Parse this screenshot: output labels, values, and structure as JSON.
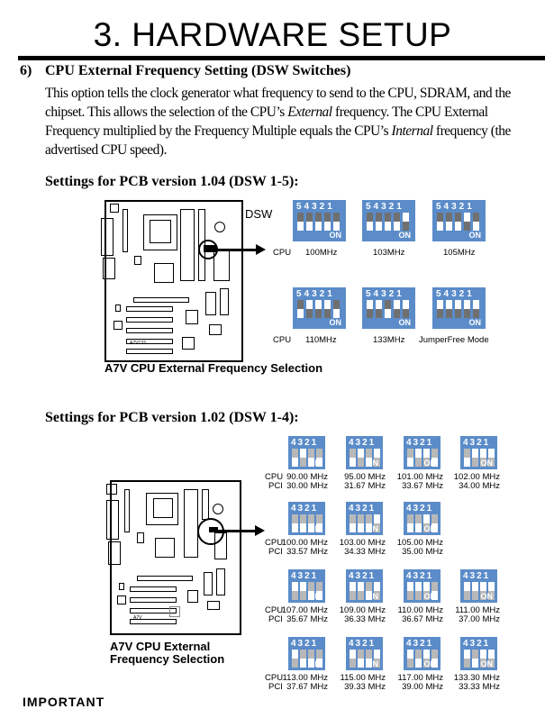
{
  "header": {
    "title": "3. HARDWARE SETUP"
  },
  "section": {
    "number": "6)",
    "heading": "CPU External Frequency Setting (DSW Switches)",
    "paragraph": [
      {
        "text": "This option tells the clock generator what frequency to send to the CPU, SDRAM, and the chipset. This allows the selection of the CPU’s ",
        "style": "normal"
      },
      {
        "text": "External",
        "style": "italic"
      },
      {
        "text": " frequency. The CPU External Frequency multiplied by the Frequency Multiple equals the CPU’s ",
        "style": "normal"
      },
      {
        "text": "Internal",
        "style": "italic"
      },
      {
        "text": " frequency (the advertised CPU speed).",
        "style": "normal"
      }
    ]
  },
  "pcb104": {
    "heading": "Settings for PCB version 1.04 (DSW 1-5):",
    "dsw_label": "DSW",
    "row_label": "CPU",
    "caption": "A7V CPU External Frequency Selection",
    "board_label": "A7V133",
    "switch_numbers": "5 4 3 2 1",
    "on_label": "ON",
    "settings": [
      {
        "label": "100MHz",
        "switches": [
          "down",
          "down",
          "down",
          "down",
          "down"
        ]
      },
      {
        "label": "103MHz",
        "switches": [
          "down",
          "down",
          "down",
          "down",
          "up"
        ]
      },
      {
        "label": "105MHz",
        "switches": [
          "down",
          "down",
          "down",
          "up",
          "down"
        ]
      },
      {
        "label": "110MHz",
        "switches": [
          "down",
          "up",
          "up",
          "up",
          "down"
        ]
      },
      {
        "label": "133MHz",
        "switches": [
          "up",
          "up",
          "down",
          "up",
          "up"
        ]
      },
      {
        "label": "JumperFree Mode",
        "switches": [
          "up",
          "up",
          "up",
          "up",
          "up"
        ]
      }
    ]
  },
  "pcb102": {
    "heading": "Settings for PCB version 1.02 (DSW 1-4):",
    "cpu_label": "CPU",
    "pci_label": "PCI",
    "caption_line1": "A7V CPU External",
    "caption_line2": "Frequency Selection",
    "board_label": "A7V",
    "switch_numbers": "4 3 2 1",
    "on_label": "ON",
    "settings": [
      {
        "cpu": "90.00 MHz",
        "pci": "30.00 MHz",
        "switches": [
          "down",
          "up",
          "down",
          "down"
        ]
      },
      {
        "cpu": "95.00 MHz",
        "pci": "31.67 MHz",
        "switches": [
          "down",
          "up",
          "down",
          "up"
        ]
      },
      {
        "cpu": "101.00 MHz",
        "pci": "33.67 MHz",
        "switches": [
          "down",
          "up",
          "up",
          "down"
        ]
      },
      {
        "cpu": "102.00 MHz",
        "pci": "34.00 MHz",
        "switches": [
          "down",
          "up",
          "up",
          "up"
        ]
      },
      {
        "cpu": "100.00 MHz",
        "pci": "33.57 MHz",
        "switches": [
          "down",
          "down",
          "down",
          "down"
        ]
      },
      {
        "cpu": "103.00 MHz",
        "pci": "34.33 MHz",
        "switches": [
          "down",
          "down",
          "down",
          "up"
        ]
      },
      {
        "cpu": "105.00 MHz",
        "pci": "35.00 MHz",
        "switches": [
          "down",
          "down",
          "up",
          "down"
        ]
      },
      {
        "cpu": "107.00 MHz",
        "pci": "35.67 MHz",
        "switches": [
          "up",
          "up",
          "down",
          "down"
        ]
      },
      {
        "cpu": "109.00 MHz",
        "pci": "36.33 MHz",
        "switches": [
          "up",
          "up",
          "down",
          "up"
        ]
      },
      {
        "cpu": "110.00 MHz",
        "pci": "36.67 MHz",
        "switches": [
          "up",
          "up",
          "up",
          "down"
        ]
      },
      {
        "cpu": "111.00 MHz",
        "pci": "37.00 MHz",
        "switches": [
          "up",
          "up",
          "up",
          "up"
        ]
      },
      {
        "cpu": "113.00 MHz",
        "pci": "37.67 MHz",
        "switches": [
          "up",
          "down",
          "down",
          "down"
        ]
      },
      {
        "cpu": "115.00 MHz",
        "pci": "39.33 MHz",
        "switches": [
          "up",
          "down",
          "down",
          "up"
        ]
      },
      {
        "cpu": "117.00 MHz",
        "pci": "39.00 MHz",
        "switches": [
          "up",
          "down",
          "up",
          "down"
        ]
      },
      {
        "cpu": "133.30 MHz",
        "pci": "33.33 MHz",
        "switches": [
          "up",
          "down",
          "up",
          "up"
        ]
      }
    ]
  },
  "footer": {
    "cut_text": "IMPORTANT"
  },
  "colors": {
    "switch_block": "#5b8cc9",
    "knob": "#ffffff",
    "slot_dark": "#6e6e6e",
    "slot_light": "#b8b8b8"
  }
}
